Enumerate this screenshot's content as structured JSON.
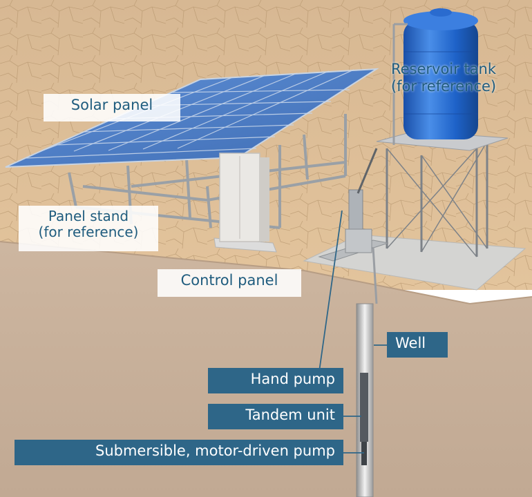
{
  "labels": {
    "solar_panel": "Solar panel",
    "reservoir_tank_line1": "Reservoir tank",
    "reservoir_tank_line2": "(for reference)",
    "panel_stand_line1": "Panel stand",
    "panel_stand_line2": "(for reference)",
    "control_panel": "Control panel",
    "well": "Well",
    "hand_pump": "Hand pump",
    "tandem_unit": "Tandem unit",
    "submersible_pump": "Submersible, motor-driven pump"
  },
  "colors": {
    "ground_surface": "#d9b58c",
    "soil_section": "#c8b29a",
    "panel_blue": "#4f7ec4",
    "tank_blue": "#1f63c4",
    "label_dark_bg": "#2e6688",
    "label_text_dark": "#1f5c7e"
  }
}
